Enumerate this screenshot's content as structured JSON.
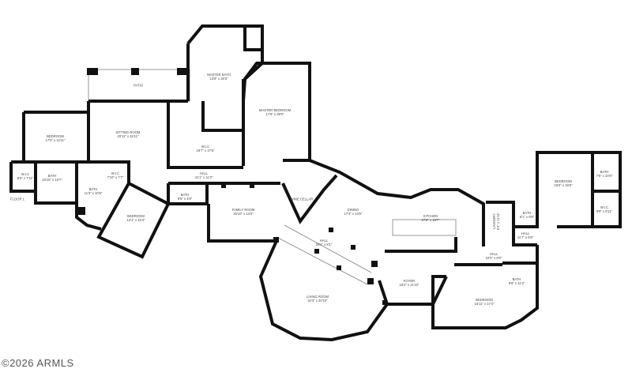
{
  "floor_label": "FLOOR 1",
  "watermark": "©2026 ARMLS",
  "rooms": [
    {
      "name": "PATIO",
      "dims": ""
    },
    {
      "name": "MASTER BATH",
      "dims": "13'8\" x 28'3\""
    },
    {
      "name": "MASTER BEDROOM",
      "dims": "17'8\" x 28'0\""
    },
    {
      "name": "BEDROOM",
      "dims": "17'0\" x 12'11\""
    },
    {
      "name": "SITTING ROOM",
      "dims": "20'11\" x 15'11\""
    },
    {
      "name": "W.I.C",
      "dims": "19'7\" x 17'6\""
    },
    {
      "name": "HALL",
      "dims": "41'1\" x 11'3\""
    },
    {
      "name": "W.I.C",
      "dims": "6'0\" x 7'11\""
    },
    {
      "name": "BATH",
      "dims": "10'10\" x 10'7\""
    },
    {
      "name": "W.I.C",
      "dims": "7'10\" x 7'7\""
    },
    {
      "name": "BATH",
      "dims": "11'3\" x 10'5\""
    },
    {
      "name": "BATH",
      "dims": "8'8\" x 4'9\""
    },
    {
      "name": "BEDROOM",
      "dims": "12'1\" x 15'3\""
    },
    {
      "name": "FAMILY ROOM",
      "dims": "20'10\" x 14'0\""
    },
    {
      "name": "WINE CELLAR",
      "dims": ""
    },
    {
      "name": "DINING",
      "dims": "17'3\" x 13'5\""
    },
    {
      "name": "KITCHEN",
      "dims": "27'8\" x 18'7\""
    },
    {
      "name": "LAUNDRY",
      "dims": "6'4\" x 11'11\""
    },
    {
      "name": "BATH",
      "dims": "6'1\" x 6'8\""
    },
    {
      "name": "HALL",
      "dims": "11'7\" x 5'8\""
    },
    {
      "name": "BEDROOM",
      "dims": "15'6\" x 19'8\""
    },
    {
      "name": "BATH",
      "dims": "7'6\" x 10'0\""
    },
    {
      "name": "W.I.C",
      "dims": "9'9\" x 8'11\""
    },
    {
      "name": "HALL",
      "dims": "20'4\" x 8'1\""
    },
    {
      "name": "HALL",
      "dims": "22'0\" x 8'0\""
    },
    {
      "name": "FOYER",
      "dims": "18'2\" x 11'10\""
    },
    {
      "name": "BATH",
      "dims": "8'8\" x 11'4\""
    },
    {
      "name": "LIVING ROOM",
      "dims": "34'3\" x 20'10\""
    },
    {
      "name": "BEDROOM",
      "dims": "15'11\" x 17'4\""
    }
  ]
}
